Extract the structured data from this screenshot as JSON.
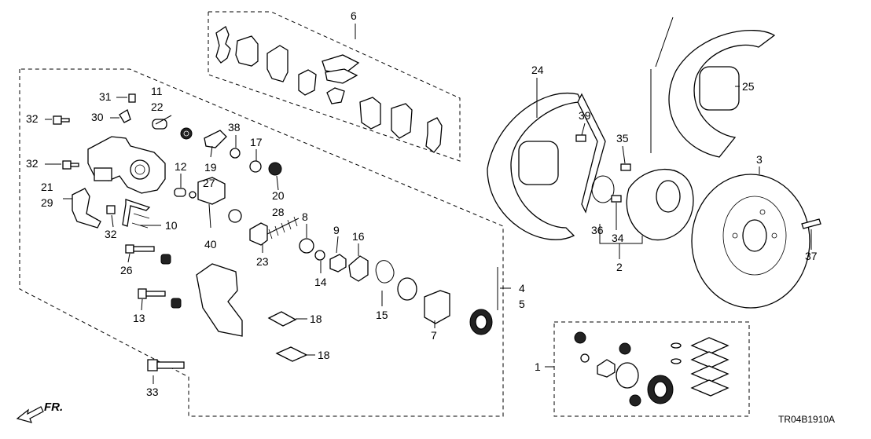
{
  "diagram": {
    "code": "TR04B1910A",
    "direction_label": "FR.",
    "callouts": {
      "c1": "1",
      "c2": "2",
      "c3": "3",
      "c4": "4",
      "c5": "5",
      "c6": "6",
      "c7": "7",
      "c8": "8",
      "c9": "9",
      "c10": "10",
      "c11": "11",
      "c12": "12",
      "c13": "13",
      "c14": "14",
      "c15": "15",
      "c16": "16",
      "c17": "17",
      "c18a": "18",
      "c18b": "18",
      "c19": "19",
      "c20": "20",
      "c21": "21",
      "c22": "22",
      "c23": "23",
      "c24": "24",
      "c25": "25",
      "c26": "26",
      "c27": "27",
      "c28": "28",
      "c29": "29",
      "c30": "30",
      "c31": "31",
      "c32a": "32",
      "c32b": "32",
      "c32c": "32",
      "c33": "33",
      "c34": "34",
      "c35": "35",
      "c36": "36",
      "c37": "37",
      "c38": "38",
      "c39": "39",
      "c40": "40"
    }
  }
}
